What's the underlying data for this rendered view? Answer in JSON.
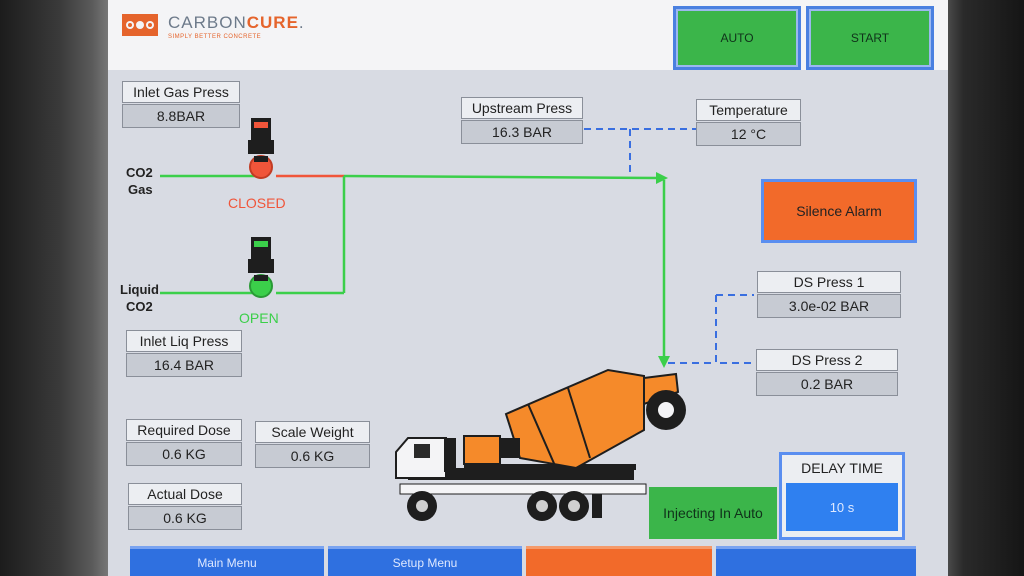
{
  "brand": {
    "name_light": "CARBON",
    "name_bold": "CURE",
    "suffix": ".",
    "tagline": "SIMPLY BETTER CONCRETE"
  },
  "header": {
    "auto_label": "AUTO",
    "start_label": "START"
  },
  "inlet_gas": {
    "label": "Inlet Gas Press",
    "value": "8.8BAR"
  },
  "upstream": {
    "label": "Upstream Press",
    "value": "16.3 BAR"
  },
  "temperature": {
    "label": "Temperature",
    "value": "12 °C"
  },
  "co2_gas": {
    "line1": "CO2",
    "line2": "Gas"
  },
  "gas_valve": {
    "status": "CLOSED",
    "color": "#f0553a"
  },
  "liquid_co2": {
    "line1": "Liquid",
    "line2": "CO2"
  },
  "liquid_valve": {
    "status": "OPEN",
    "color": "#3bcf4a"
  },
  "inlet_liq": {
    "label": "Inlet Liq Press",
    "value": "16.4 BAR"
  },
  "silence_alarm": {
    "label": "Silence Alarm"
  },
  "ds_press_1": {
    "label": "DS Press 1",
    "value": "3.0e-02 BAR"
  },
  "ds_press_2": {
    "label": "DS Press 2",
    "value": "0.2 BAR"
  },
  "required_dose": {
    "label": "Required Dose",
    "value": "0.6 KG"
  },
  "scale_weight": {
    "label": "Scale Weight",
    "value": "0.6 KG"
  },
  "actual_dose": {
    "label": "Actual Dose",
    "value": "0.6 KG"
  },
  "injecting": {
    "label": "Injecting In Auto"
  },
  "delay_time": {
    "label": "DELAY TIME",
    "value": "10 s"
  },
  "colors": {
    "pipe": "#3bcf4a",
    "closed_pipe": "#f0553a",
    "signal": "#3a6fe0",
    "mixer": "#f58a2a",
    "accent_blue": "#2f70e0"
  },
  "nav": {
    "items": [
      {
        "label": "Main Menu"
      },
      {
        "label": "Setup Menu"
      },
      {
        "label": ""
      },
      {
        "label": ""
      }
    ]
  }
}
